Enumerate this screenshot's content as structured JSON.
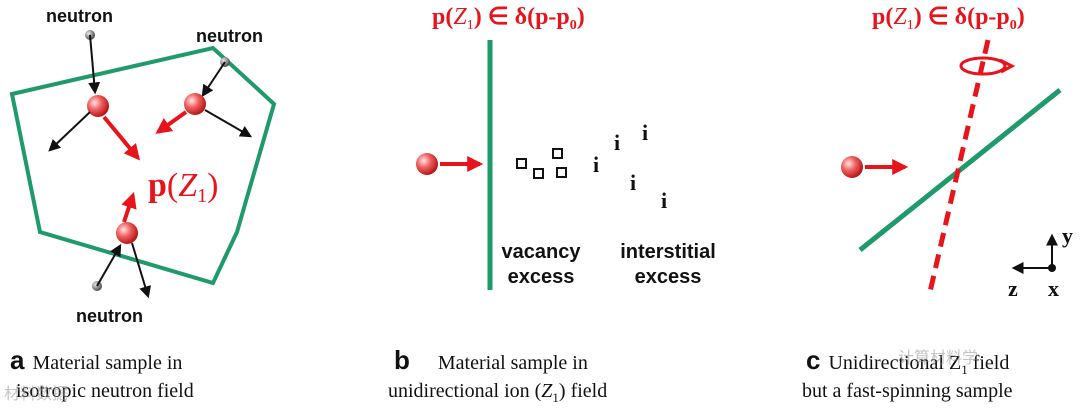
{
  "panel_a": {
    "neutron_labels": [
      "neutron",
      "neutron",
      "neutron"
    ],
    "momentum_symbol": "p",
    "momentum_arg": "Z",
    "momentum_sub": "1",
    "caption_letter": "a",
    "caption_line1": "Material sample in",
    "caption_line2": "isotropic neutron field"
  },
  "panel_b": {
    "formula_p": "p",
    "formula_z": "Z",
    "formula_z_sub": "1",
    "formula_rest": ") ∈ δ(p-p",
    "formula_p0_sub": "0",
    "vacancy_line1": "vacancy",
    "vacancy_line2": "excess",
    "interstitial_line1": "interstitial",
    "interstitial_line2": "excess",
    "interstitial_marks": [
      "i",
      "i",
      "i",
      "i",
      "i"
    ],
    "caption_letter": "b",
    "caption_line1": "Material sample in",
    "caption_line2_pre": "unidirectional ion (",
    "caption_line2_z": "Z",
    "caption_line2_sub": "1",
    "caption_line2_post": ") field"
  },
  "panel_c": {
    "formula_p": "p",
    "formula_z": "Z",
    "formula_z_sub": "1",
    "formula_rest": ") ∈ δ(p-p",
    "formula_p0_sub": "0",
    "axis_y": "y",
    "axis_z": "z",
    "axis_x": "x",
    "caption_letter": "c",
    "caption_line1": "Unidirectional Z",
    "caption_line1_sub": "1",
    "caption_line1_post": " field",
    "caption_line2": "but a fast-spinning sample"
  },
  "watermarks": {
    "bottom_left": "材料数据",
    "bottom_right": "计算材料学"
  },
  "colors": {
    "accent_red": "#e8141b",
    "sample_green": "#1f9a6a",
    "text": "#111111"
  }
}
